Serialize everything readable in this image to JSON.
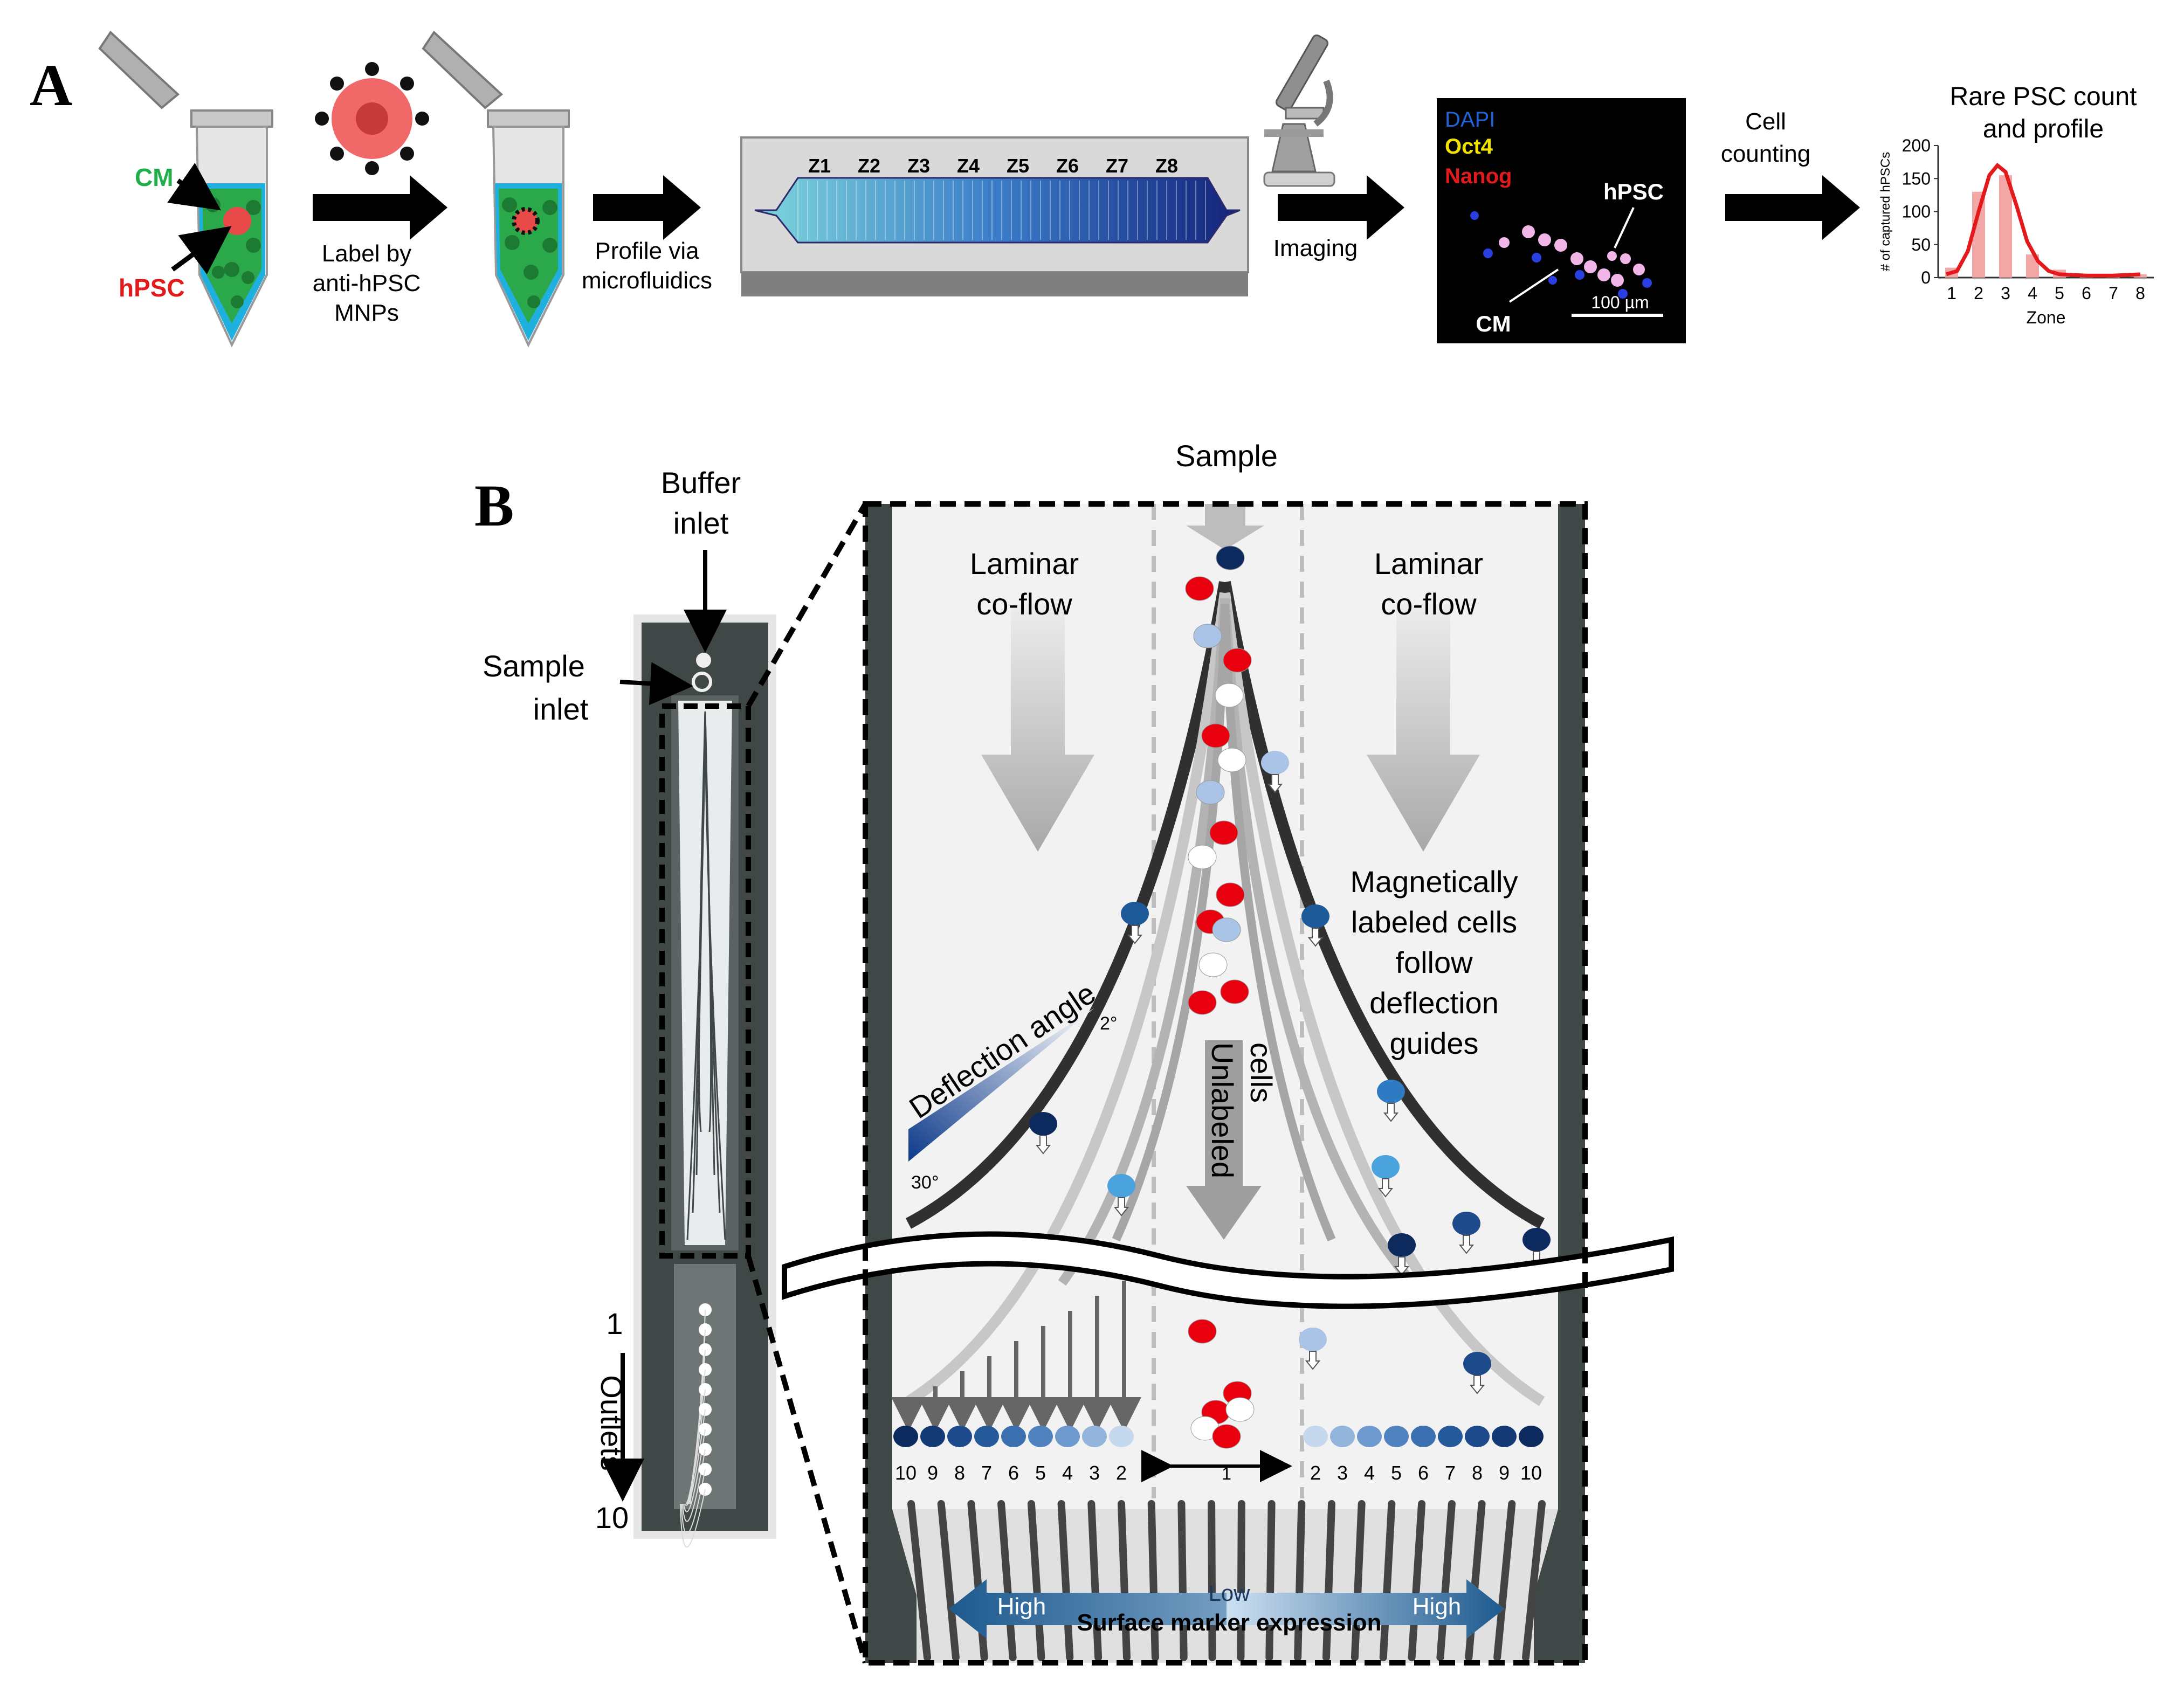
{
  "panel_a": {
    "label": "A",
    "tube1": {
      "cm_label": "CM",
      "hpsc_label": "hPSC"
    },
    "arrow1": {
      "line1": "Label by",
      "line2": "anti-hPSC",
      "line3": "MNPs"
    },
    "arrow2": {
      "line1": "Profile via",
      "line2": "microfluidics"
    },
    "chip_zones": [
      "Z1",
      "Z2",
      "Z3",
      "Z4",
      "Z5",
      "Z6",
      "Z7",
      "Z8"
    ],
    "arrow3": {
      "label": "Imaging"
    },
    "micrograph": {
      "dapi": "DAPI",
      "oct4": "Oct4",
      "nanog": "Nanog",
      "hpsc": "hPSC",
      "cm": "CM",
      "scale": "100 µm"
    },
    "arrow4": {
      "line1": "Cell",
      "line2": "counting"
    },
    "chart_title": {
      "line1": "Rare PSC count",
      "line2": "and profile"
    }
  },
  "chart_data": {
    "type": "bar",
    "categories": [
      "1",
      "2",
      "3",
      "4",
      "5",
      "6",
      "7",
      "8"
    ],
    "values": [
      15,
      130,
      155,
      35,
      12,
      3,
      3,
      5
    ],
    "fit_curve": [
      [
        0.8,
        5
      ],
      [
        1.2,
        10
      ],
      [
        1.6,
        40
      ],
      [
        2.0,
        100
      ],
      [
        2.4,
        155
      ],
      [
        2.7,
        170
      ],
      [
        3.0,
        160
      ],
      [
        3.4,
        110
      ],
      [
        3.8,
        55
      ],
      [
        4.2,
        25
      ],
      [
        4.6,
        10
      ],
      [
        5.0,
        5
      ],
      [
        6.0,
        3
      ],
      [
        7.0,
        3
      ],
      [
        8.0,
        5
      ]
    ],
    "xlabel": "Zone",
    "ylabel": "# of captured hPSCs",
    "yticks": [
      "0",
      "50",
      "100",
      "150",
      "200"
    ],
    "ylim": [
      0,
      200
    ],
    "colors": {
      "bar": "#f4a7a7",
      "curve": "#e31a1c"
    }
  },
  "panel_b": {
    "label": "B",
    "buffer_inlet": {
      "line1": "Buffer",
      "line2": "inlet"
    },
    "sample_inlet": {
      "line1": "Sample",
      "line2": "inlet"
    },
    "outlets": {
      "label": "Outlets",
      "first": "1",
      "last": "10"
    },
    "sample_top": "Sample",
    "laminar_left": {
      "line1": "Laminar",
      "line2": "co-flow"
    },
    "laminar_right": {
      "line1": "Laminar",
      "line2": "co-flow"
    },
    "magnetic": {
      "line1": "Magnetically",
      "line2": "labeled cells",
      "line3": "follow",
      "line4": "deflection",
      "line5": "guides"
    },
    "unlabeled": {
      "line1": "Unlabeled",
      "line2": "cells"
    },
    "deflection": {
      "label": "Deflection angle",
      "min": "2°",
      "max": "30°"
    },
    "outlet_numbers_left": [
      "10",
      "9",
      "8",
      "7",
      "6",
      "5",
      "4",
      "3",
      "2"
    ],
    "center_outlet": "1",
    "outlet_numbers_right": [
      "2",
      "3",
      "4",
      "5",
      "6",
      "7",
      "8",
      "9",
      "10"
    ],
    "bottom_bar": {
      "high_left": "High",
      "low": "Low",
      "high_right": "High",
      "title": "Surface marker expression"
    }
  },
  "colors": {
    "cell_red": "#e8000f",
    "dark_blue": "#0d2a5e",
    "light_blue": "#a9c4e6",
    "frame": "#3f4747",
    "arrow_grey": "#bfbfbf"
  }
}
